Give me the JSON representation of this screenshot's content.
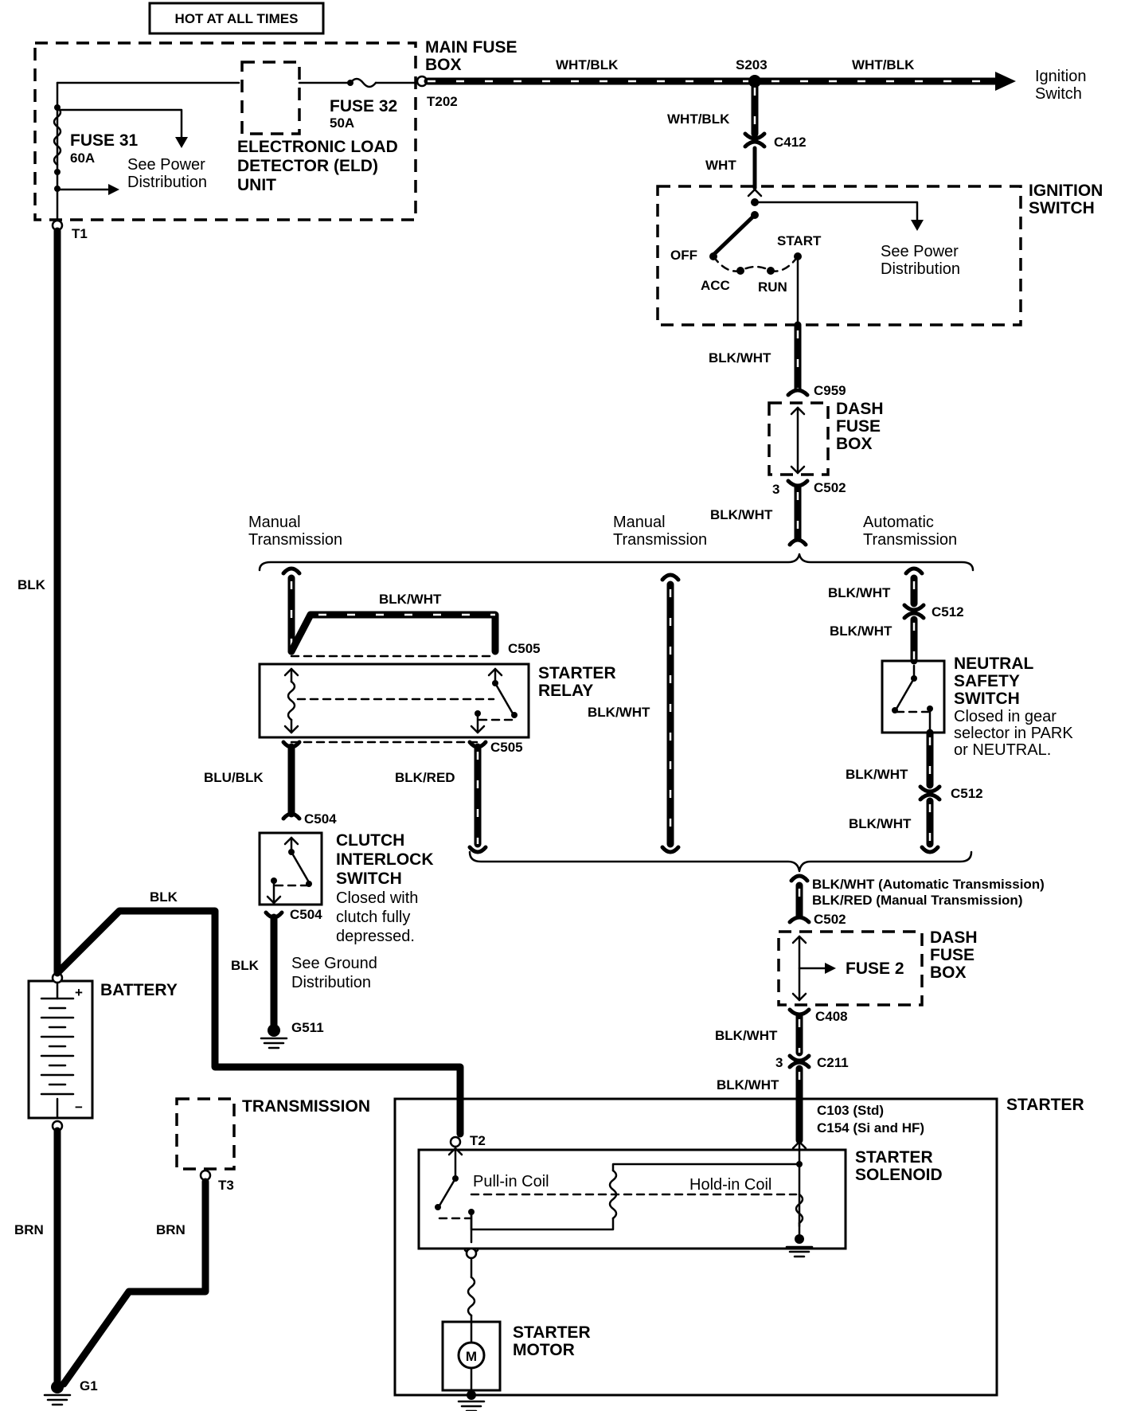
{
  "labels": {
    "hot_at_all_times": "HOT AT ALL TIMES",
    "main_fuse_box_1": "MAIN FUSE",
    "main_fuse_box_2": "BOX",
    "fuse31": "FUSE 31",
    "fuse31_amp": "60A",
    "fuse32": "FUSE 32",
    "fuse32_amp": "50A",
    "see_power_1": "See Power",
    "see_power_2": "Distribution",
    "eld_1": "ELECTRONIC LOAD",
    "eld_2": "DETECTOR (ELD)",
    "eld_3": "UNIT",
    "t202": "T202",
    "t1": "T1",
    "wht_blk": "WHT/BLK",
    "s203": "S203",
    "ignition_switch_ref_1": "Ignition",
    "ignition_switch_ref_2": "Switch",
    "c412": "C412",
    "wht": "WHT",
    "ignition_switch_1": "IGNITION",
    "ignition_switch_2": "SWITCH",
    "off": "OFF",
    "acc": "ACC",
    "run": "RUN",
    "start": "START",
    "blk_wht": "BLK/WHT",
    "c959": "C959",
    "dash_1": "DASH",
    "dash_2": "FUSE",
    "dash_3": "BOX",
    "pin3": "3",
    "c502": "C502",
    "manual_1": "Manual",
    "manual_2": "Transmission",
    "automatic_1": "Automatic",
    "automatic_2": "Transmission",
    "c505": "C505",
    "starter_relay_1": "STARTER",
    "starter_relay_2": "RELAY",
    "blu_blk": "BLU/BLK",
    "blk_red": "BLK/RED",
    "c504": "C504",
    "clutch_1": "CLUTCH",
    "clutch_2": "INTERLOCK",
    "clutch_3": "SWITCH",
    "clutch_4": "Closed with",
    "clutch_5": "clutch fully",
    "clutch_6": "depressed.",
    "blk": "BLK",
    "see_ground_1": "See Ground",
    "see_ground_2": "Distribution",
    "g511": "G511",
    "c512": "C512",
    "neutral_1": "NEUTRAL",
    "neutral_2": "SAFETY",
    "neutral_3": "SWITCH",
    "neutral_4": "Closed in gear",
    "neutral_5": "selector in PARK",
    "neutral_6": "or NEUTRAL.",
    "wire_auto": "BLK/WHT (Automatic Transmission)",
    "wire_manual": "BLK/RED (Manual Transmission)",
    "fuse2": "FUSE 2",
    "c408": "C408",
    "c211": "C211",
    "battery": "BATTERY",
    "plus": "+",
    "minus": "−",
    "transmission": "TRANSMISSION",
    "t3": "T3",
    "brn": "BRN",
    "starter": "STARTER",
    "c103": "C103 (Std)",
    "c154": "C154 (Si and HF)",
    "t2": "T2",
    "solenoid_1": "STARTER",
    "solenoid_2": "SOLENOID",
    "pull_in": "Pull-in Coil",
    "hold_in": "Hold-in Coil",
    "motor_1": "STARTER",
    "motor_2": "MOTOR",
    "m": "M",
    "g1": "G1"
  }
}
